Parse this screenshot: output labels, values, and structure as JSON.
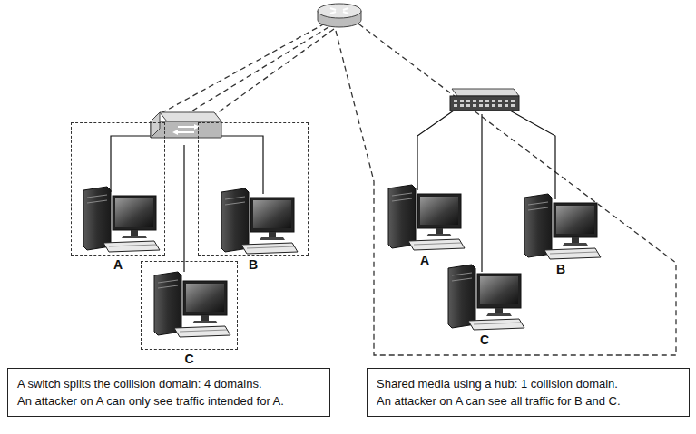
{
  "diagram": {
    "nodes": [
      {
        "text": [
          "A"
        ]
      },
      {
        "text": [
          "B"
        ]
      },
      {
        "text": [
          "C"
        ]
      },
      {
        "text": [
          "A"
        ]
      },
      {
        "text": [
          "B"
        ]
      },
      {
        "text": [
          "C"
        ]
      },
      {
        "text": [
          "A switch splits the collision domain: 4 domains.",
          "An attacker on A can only see traffic intended for A."
        ]
      },
      {
        "text": [
          "Shared media using a hub: 1 collision domain.",
          "An attacker on A can see all traffic for B and C."
        ]
      }
    ]
  }
}
